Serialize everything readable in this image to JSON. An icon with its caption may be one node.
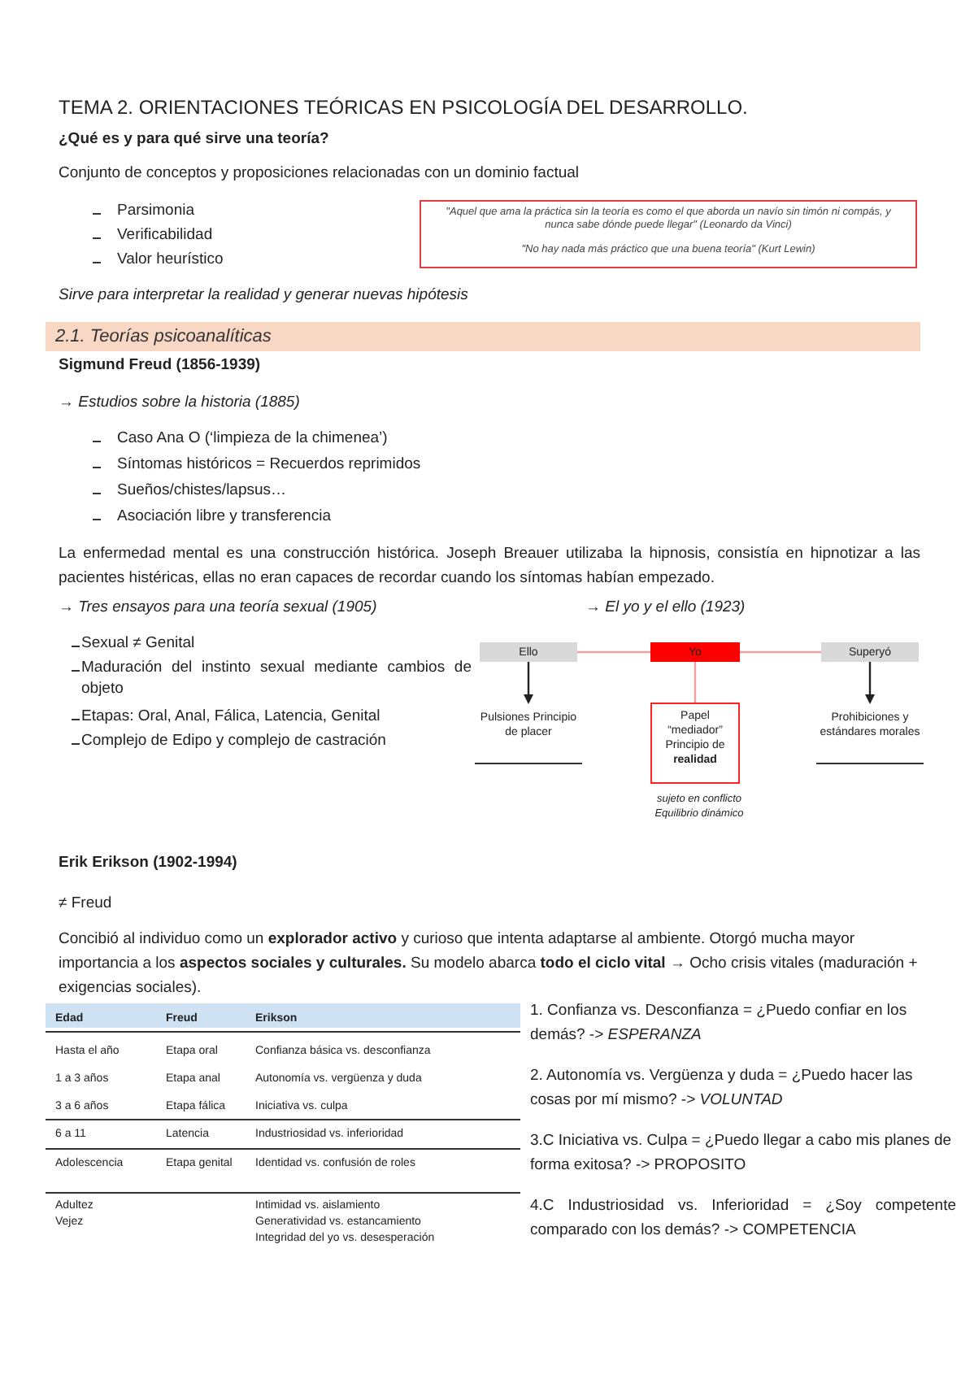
{
  "diagram": {
    "title": "TEMA 2. ORIENTACIONES TEÓRICAS EN PSICOLOGÍA DEL DESARROLLO.",
    "nodes": [
      {
        "text": [
          "\"Aquel que ama la práctica sin la teoría es como el que aborda un navío sin timón ni compás, y nunca sabe dónde puede llegar\" (Leonardo da Vinci)",
          "\"No hay nada más práctico que una buena teoría\" (Kurt Lewin)"
        ]
      },
      {
        "text": [
          "2.1. Teorías psicoanalíticas"
        ]
      },
      {
        "text": [
          "Ello"
        ]
      },
      {
        "text": [
          "Yo"
        ]
      },
      {
        "text": [
          "Superyó"
        ]
      },
      {
        "text": [
          "Pulsiones Principio de placer"
        ]
      },
      {
        "text": [
          "Papel “mediador” Principio de **realidad**"
        ]
      },
      {
        "text": [
          "Prohibiciones y estándares morales"
        ]
      }
    ],
    "edges": [
      {
        "from": 2,
        "to": 3,
        "arrow": "none",
        "color": "#f4a0a0"
      },
      {
        "from": 3,
        "to": 4,
        "arrow": "none",
        "color": "#f4a0a0"
      },
      {
        "from": 2,
        "to": 5,
        "arrow": "to",
        "color": "#222222"
      },
      {
        "from": 3,
        "to": 6,
        "arrow": "none",
        "color": "#f4a0a0"
      },
      {
        "from": 4,
        "to": 7,
        "arrow": "to",
        "color": "#222222"
      }
    ],
    "labels": [
      "¿Qué es y para qué sirve una teoría?",
      "Conjunto de conceptos y proposiciones relacionadas con un dominio factual",
      "Parsimonia",
      "Verificabilidad",
      "Valor heurístico",
      "Sirve para interpretar la realidad y generar nuevas hipótesis",
      "Sigmund Freud (1856-1939)",
      "→ Estudios sobre la historia (1885)",
      "Caso Ana O (‘limpieza de la chimenea’)",
      "Síntomas históricos = Recuerdos reprimidos",
      "Sueños/chistes/lapsus…",
      "Asociación libre y transferencia",
      "La enfermedad mental es una construcción histórica. Joseph Breauer utilizaba la hipnosis, consistía en hipnotizar a las pacientes histéricas, ellas no eran capaces de recordar cuando los síntomas habían empezado.",
      "→ Tres ensayos para una teoría sexual (1905)",
      "→ El yo y el ello (1923)",
      "Sexual ≠ Genital",
      "Maduración del instinto sexual mediante cambios de objeto",
      "Etapas: Oral, Anal, Fálica, Latencia, Genital",
      "Complejo de Edipo y complejo de castración",
      "sujeto en conflicto",
      "Equilibrio dinámico",
      "Erik Erikson (1902-1994)",
      "≠ Freud",
      "Concibió al individuo como un **explorador activo** y curioso que intenta adaptarse al ambiente. Otorgó mucha mayor importancia a los **aspectos sociales y culturales.** Su modelo abarca **todo el ciclo vital** → Ocho crisis vitales (maduración + exigencias sociales).",
      "Edad",
      "Freud",
      "Erikson",
      "Hasta el año",
      "Etapa oral",
      "Confianza básica vs. desconfianza",
      "1 a 3 años",
      "Etapa anal",
      "Autonomía vs. vergüenza y duda",
      "3 a 6 años",
      "Etapa fálica",
      "Iniciativa vs. culpa",
      "6 a 11",
      "Latencia",
      "Industriosidad vs. inferioridad",
      "Adolescencia",
      "Etapa genital",
      "Identidad vs. confusión de roles",
      "Adultez",
      "Vejez",
      "Intimidad vs. aislamiento",
      "Generatividad vs. estancamiento",
      "Integridad del yo vs. desesperación",
      "1. Confianza vs. Desconfianza = ¿Puedo confiar en los demás? -> *ESPERANZA*",
      "2. Autonomía vs. Vergüenza y duda = ¿Puedo hacer las cosas por mí mismo? -> *VOLUNTAD*",
      "3.C Iniciativa vs. Culpa = ¿Puedo llegar a cabo mis planes de forma exitosa? -> PROPOSITO",
      "4.C Industriosidad vs. Inferioridad = ¿Soy competente comparado con los demás? -> COMPETENCIA"
    ]
  }
}
